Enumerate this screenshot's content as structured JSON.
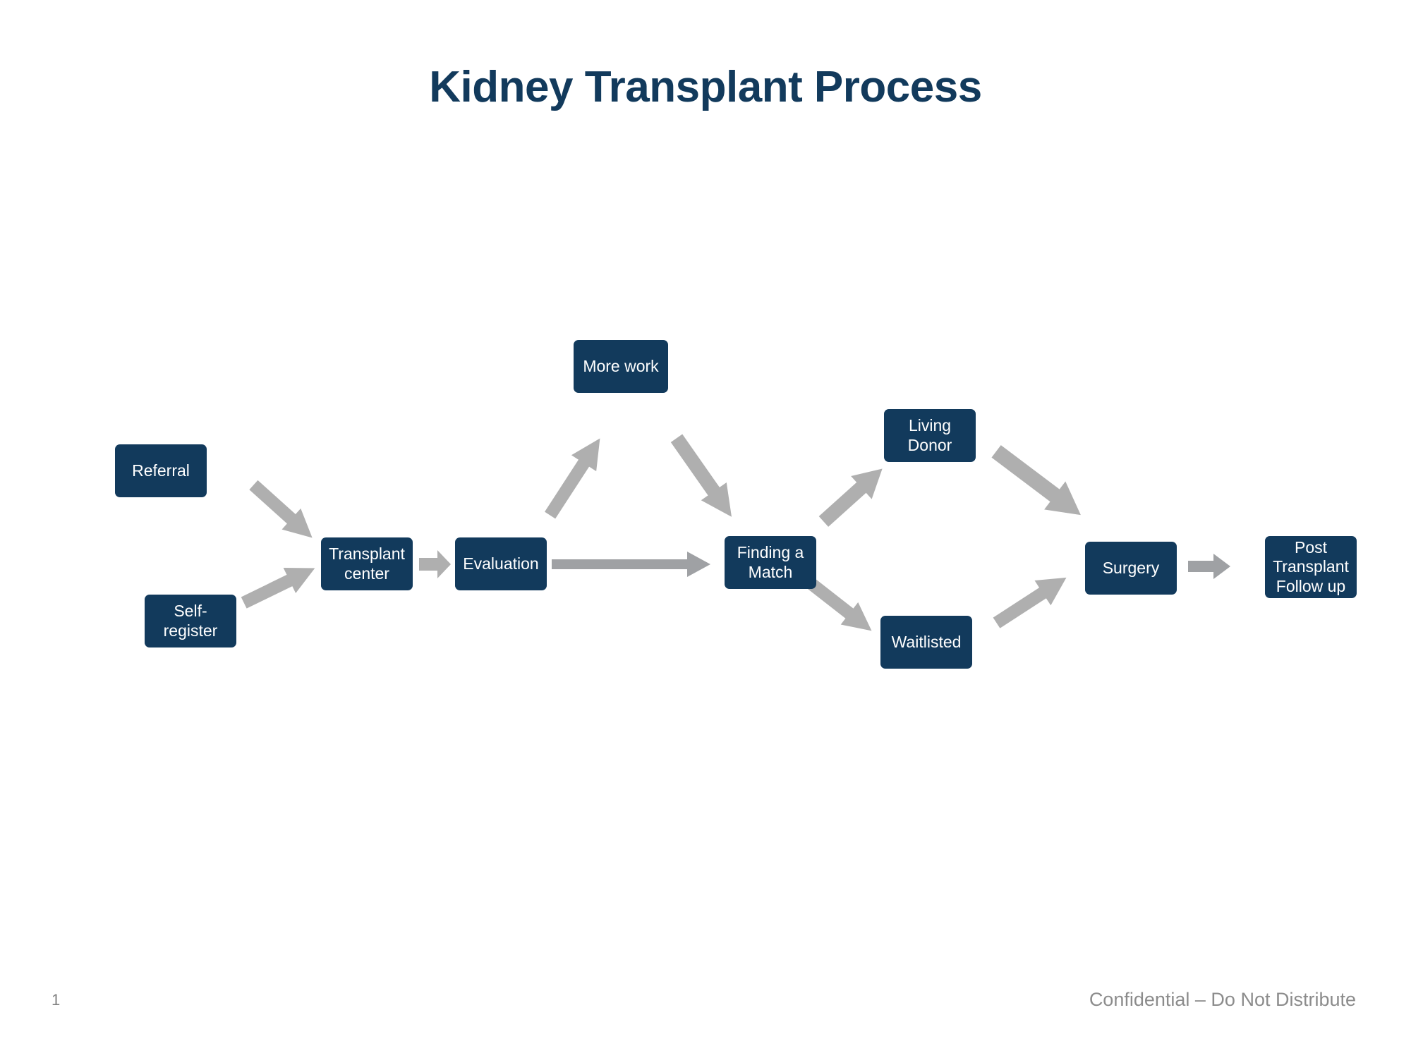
{
  "slide": {
    "title": "Kidney Transplant Process",
    "background_color": "#FFFFFF",
    "node_color": "#123A5C",
    "node_text_color": "#FFFFFF",
    "arrow_color": "#AFAFAF",
    "title_color": "#123A5C",
    "footer_color": "#8C8C8C"
  },
  "nodes": {
    "referral": "Referral",
    "self_register": "Self-\nregister",
    "transplant_center": "Transplant\ncenter",
    "evaluation": "Evaluation",
    "more_work": "More work",
    "finding_match": "Finding a\nMatch",
    "living_donor": "Living\nDonor",
    "waitlisted": "Waitlisted",
    "surgery": "Surgery",
    "post_transplant_follow_up": "Post\nTransplant\nFollow up"
  },
  "connections": [
    {
      "from": "Referral",
      "to": "Transplant center",
      "style": "block-arrow-diagonal-down-right"
    },
    {
      "from": "Self-register",
      "to": "Transplant center",
      "style": "block-arrow-diagonal-up-right"
    },
    {
      "from": "Transplant center",
      "to": "Evaluation",
      "style": "block-arrow-right"
    },
    {
      "from": "Evaluation",
      "to": "More work",
      "style": "block-arrow-diagonal-up-right"
    },
    {
      "from": "More work",
      "to": "Finding a Match",
      "style": "block-arrow-diagonal-down-right"
    },
    {
      "from": "Evaluation",
      "to": "Finding a Match",
      "style": "block-arrow-right-long"
    },
    {
      "from": "Finding a Match",
      "to": "Living Donor",
      "style": "block-arrow-diagonal-up-right"
    },
    {
      "from": "Finding a Match",
      "to": "Waitlisted",
      "style": "block-arrow-diagonal-down-right"
    },
    {
      "from": "Living Donor",
      "to": "Surgery",
      "style": "block-arrow-diagonal-down-right"
    },
    {
      "from": "Waitlisted",
      "to": "Surgery",
      "style": "block-arrow-diagonal-up-right"
    },
    {
      "from": "Surgery",
      "to": "Post Transplant Follow up",
      "style": "block-arrow-right"
    }
  ],
  "footer": {
    "page_number": "1",
    "note": "Confidential – Do Not Distribute"
  }
}
